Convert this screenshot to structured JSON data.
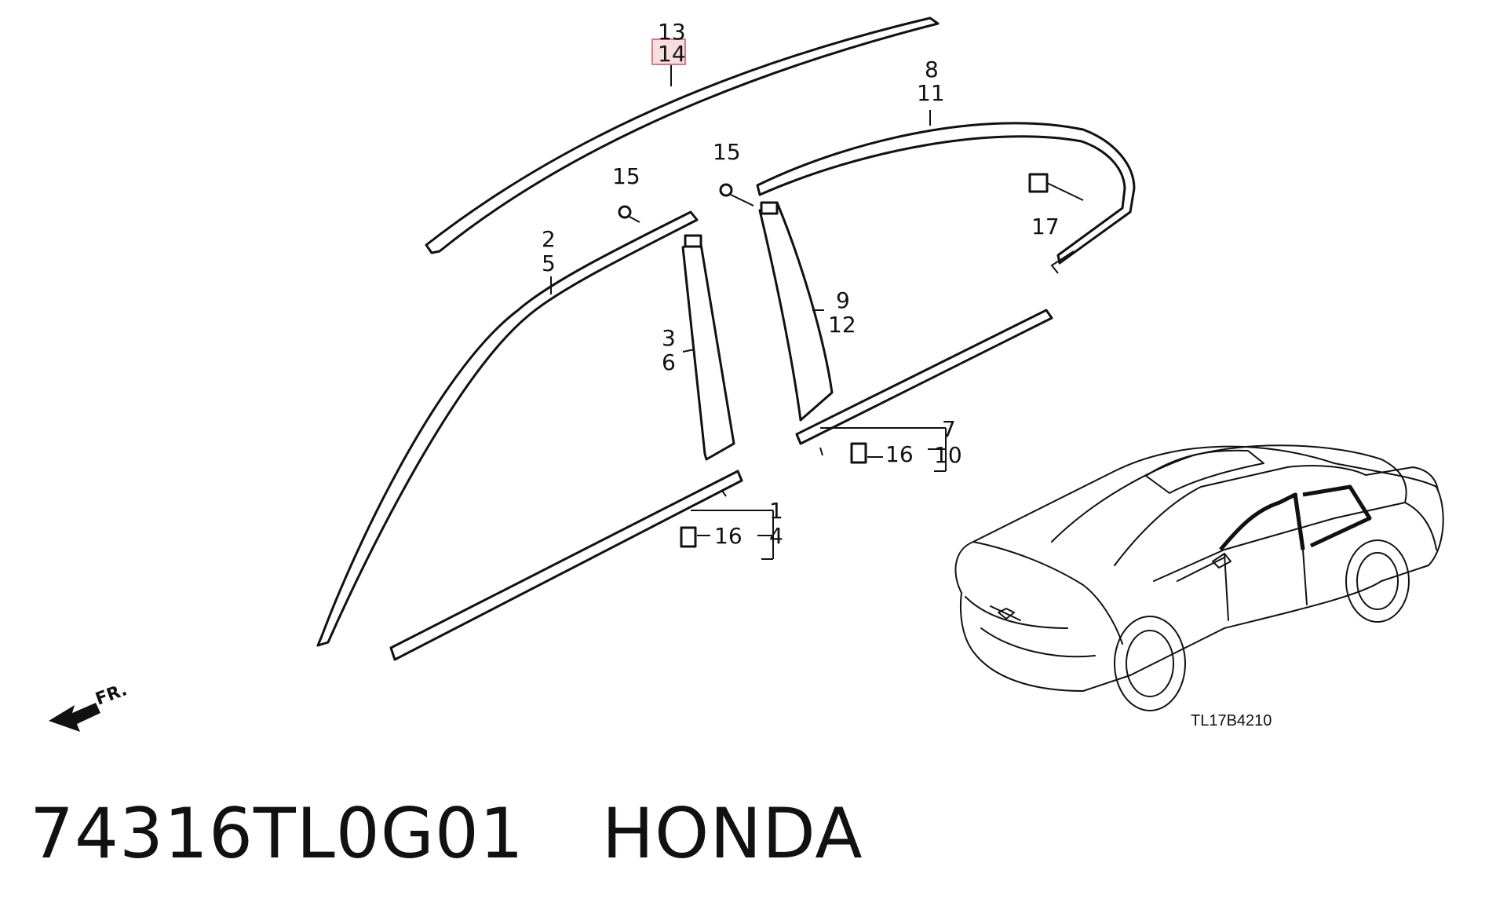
{
  "callouts": {
    "c13": "13",
    "c14": "14",
    "c8": "8",
    "c11": "11",
    "c15a": "15",
    "c15b": "15",
    "c17": "17",
    "c2": "2",
    "c5": "5",
    "c9": "9",
    "c12": "12",
    "c3": "3",
    "c6": "6",
    "c7": "7",
    "c10": "10",
    "c16a": "16",
    "c1": "1",
    "c4": "4",
    "c16b": "16"
  },
  "highlighted_callout": "14",
  "highlight_color": "#e8a0a8",
  "front_indicator": "FR.",
  "diagram_code": "TL17B4210",
  "footer": {
    "part_number": "74316TL0G01",
    "brand": "HONDA"
  },
  "icons": [
    "front-direction-arrow-icon",
    "clip-icon",
    "screw-icon"
  ]
}
